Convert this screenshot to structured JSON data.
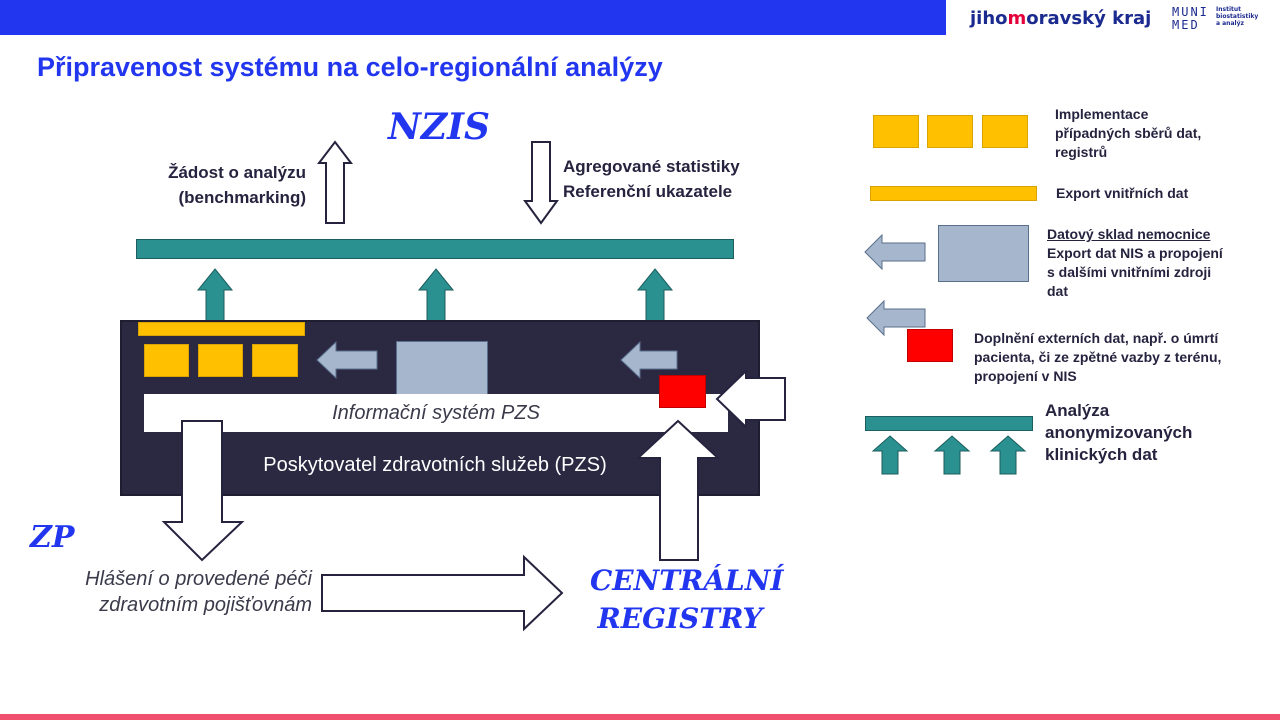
{
  "header": {
    "logo_left_prefix": "jiho",
    "logo_left_accent": "m",
    "logo_left_suffix": "oravský kraj",
    "logo_right_line1": "MUNI",
    "logo_right_line2": "MED",
    "logo_right_institute": "Institut biostatistiky a analýz"
  },
  "title": "Připravenost systému na celo-regionální analýzy",
  "diagram": {
    "nzis": "NZIS",
    "request_line1": "Žádost o analýzu",
    "request_line2": "(benchmarking)",
    "stats_line1": "Agregované statistiky",
    "stats_line2": "Referenční ukazatele",
    "is_label": "Informační systém PZS",
    "provider_label": "Poskytovatel zdravotních služeb (PZS)",
    "zp": "ZP",
    "report_line1": "Hlášení o provedené péči",
    "report_line2": "zdravotním pojišťovnám",
    "central_line1": "CENTRÁLNÍ",
    "central_line2": "REGISTRY"
  },
  "legend": {
    "item1_line1": "Implementace",
    "item1_line2": "případných sběrů dat,",
    "item1_line3": "registrů",
    "item2": "Export vnitřních dat",
    "item3_title": "Datový sklad nemocnice",
    "item3_line1": "Export dat NIS a propojení",
    "item3_line2": "s dalšími vnitřními zdroji",
    "item3_line3": "dat",
    "item4_line1": "Doplnění externích dat, např. o úmrtí",
    "item4_line2": "pacienta, či ze zpětné vazby z terénu,",
    "item4_line3": "propojení v NIS",
    "item5_line1": "Analýza",
    "item5_line2": "anonymizovaných",
    "item5_line3": "klinických dat"
  },
  "colors": {
    "header_bar": "#2236f0",
    "title": "#2236f0",
    "footer_bar": "#f0506e",
    "yellow": "#ffc000",
    "teal": "#2a9090",
    "gray_blue": "#a6b6cc",
    "red": "#ff0000",
    "dark_box": "#2b2842"
  }
}
